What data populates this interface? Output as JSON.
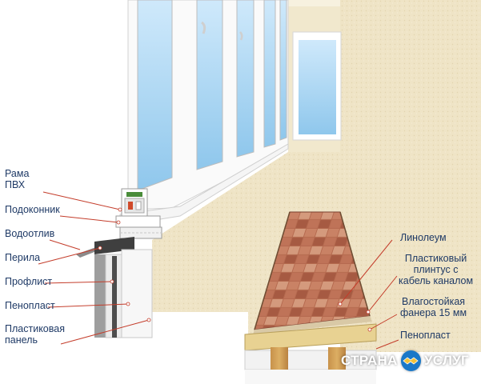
{
  "labels_left": {
    "frame": "Рама\nПВХ",
    "sill": "Подоконник",
    "drip": "Водоотлив",
    "railing": "Перила",
    "profsheet": "Профлист",
    "foam_left": "Пенопласт",
    "plastic_panel": "Пластиковая\nпанель"
  },
  "labels_right": {
    "linoleum": "Линолеум",
    "plinth": "Пластиковый\nплинтус с\nкабель каналом",
    "plywood": "Влагостойкая\nфанера 15 мм",
    "foam_right": "Пенопласт"
  },
  "watermark": {
    "left": "СТРАНА",
    "right": "УСЛУГ",
    "icon": "handshake-icon"
  },
  "colors": {
    "wall": "#efe4c6",
    "window_frame": "#ffffff",
    "glass": "#a9d6f2",
    "linoleum": "#b86a4e",
    "plywood": "#e7d08d",
    "foam": "#f4f4f4",
    "label_text": "#1f3a66",
    "leader_line": "#c43d2b",
    "watermark_accent": "#1a78c8"
  }
}
